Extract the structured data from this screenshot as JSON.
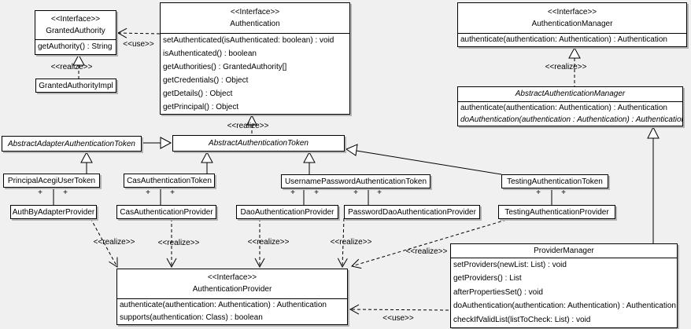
{
  "canvas": {
    "background": "#f0f0f0",
    "box_fill": "#ffffff",
    "line_color": "#000000",
    "shadow_color": "#b4b4b4"
  },
  "labels": {
    "realize": "<<realize>>",
    "use": "<<use>>",
    "plus": "+"
  },
  "classes": {
    "granted_authority": {
      "stereotype": "<<Interface>>",
      "name": "GrantedAuthority",
      "methods": [
        "getAuthority() : String"
      ]
    },
    "granted_authority_impl": {
      "name": "GrantedAuthorityImpl"
    },
    "authentication": {
      "stereotype": "<<Interface>>",
      "name": "Authentication",
      "methods": [
        "setAuthenticated(isAuthenticated: boolean) : void",
        "isAuthenticated() : boolean",
        "getAuthorities() : GrantedAuthority[]",
        "getCredentials() : Object",
        "getDetails() : Object",
        "getPrincipal() : Object"
      ]
    },
    "authentication_manager": {
      "stereotype": "<<Interface>>",
      "name": "AuthenticationManager",
      "methods": [
        "authenticate(authentication: Authentication) : Authentication"
      ]
    },
    "abstract_authentication_manager": {
      "name": "AbstractAuthenticationManager",
      "methods": [
        "authenticate(authentication: Authentication) : Authentication",
        "doAuthentication(authentication : Authentication) : Authentication"
      ]
    },
    "abstract_adapter_authentication_token": {
      "name": "AbstractAdapterAuthenticationToken"
    },
    "abstract_authentication_token": {
      "name": "AbstractAuthenticationToken"
    },
    "principal_acegi_user_token": {
      "name": "PrincipalAcegiUserToken"
    },
    "cas_authentication_token": {
      "name": "CasAuthenticationToken"
    },
    "username_password_authentication_token": {
      "name": "UsernamePasswordAuthenticationToken"
    },
    "testing_authentication_token": {
      "name": "TestingAuthenticationToken"
    },
    "auth_by_adapter_provider": {
      "name": "AuthByAdapterProvider"
    },
    "cas_authentication_provider": {
      "name": "CasAuthenticationProvider"
    },
    "dao_authentication_provider": {
      "name": "DaoAuthenticationProvider"
    },
    "password_dao_authentication_provider": {
      "name": "PasswordDaoAuthenticationProvider"
    },
    "testing_authentication_provider": {
      "name": "TestingAuthenticationProvider"
    },
    "authentication_provider": {
      "stereotype": "<<Interface>>",
      "name": "AuthenticationProvider",
      "methods": [
        "authenticate(authentication: Authentication) : Authentication",
        "supports(authentication: Class) : boolean"
      ]
    },
    "provider_manager": {
      "name": "ProviderManager",
      "methods": [
        "setProviders(newList: List) : void",
        "getProviders() : List",
        "afterPropertiesSet() : void",
        "doAuthentication(authentication: Authentication) : Authentication",
        "checkIfValidList(listToCheck: List) : void"
      ]
    }
  }
}
